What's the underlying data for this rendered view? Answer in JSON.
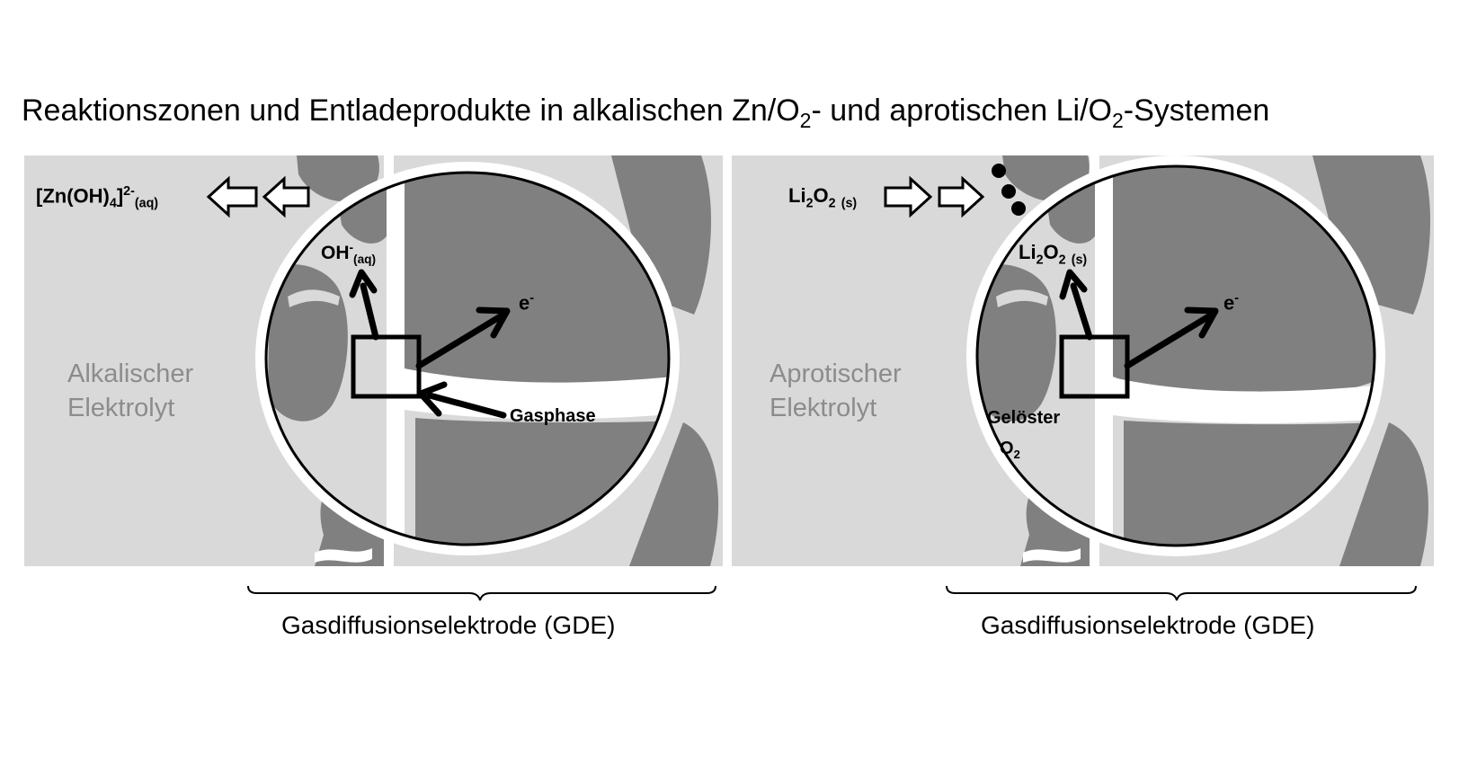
{
  "title": {
    "part1": "Reaktionszonen und Entladeprodukte in alkalischen Zn/O",
    "sub1": "2",
    "part2": "- und aprotischen Li/O",
    "sub2": "2",
    "part3": "-Systemen"
  },
  "left_panel": {
    "electrolyte_line1": "Alkalischer",
    "electrolyte_line2": "Elektrolyt",
    "product": {
      "base": "[Zn(OH)",
      "sub": "4",
      "mid": "]",
      "sup": "2-",
      "phase": "(aq)"
    },
    "hydroxide": {
      "base": "OH",
      "sup": "-",
      "phase": "(aq)"
    },
    "electron": {
      "base": "e",
      "sup": "-"
    },
    "gas_label": "Gasphase",
    "brace_label": "Gasdiffusionselektrode  (GDE)"
  },
  "right_panel": {
    "electrolyte_line1": "Aprotischer",
    "electrolyte_line2": "Elektrolyt",
    "product": {
      "a": "Li",
      "sub1": "2",
      "b": "O",
      "sub2": "2",
      "phase": "(s)"
    },
    "inner_product": {
      "a": "Li",
      "sub1": "2",
      "b": "O",
      "sub2": "2",
      "phase": "(s)"
    },
    "electron": {
      "base": "e",
      "sup": "-"
    },
    "dissolved_line1": "Gelöster",
    "dissolved_o": "O",
    "dissolved_sub": "2",
    "brace_label": "Gasdiffusionselektrode  (GDE)"
  },
  "colors": {
    "electrolyte": "#d9d9d9",
    "carbon": "#808080",
    "gas": "#ffffff",
    "ink": "#000000"
  }
}
